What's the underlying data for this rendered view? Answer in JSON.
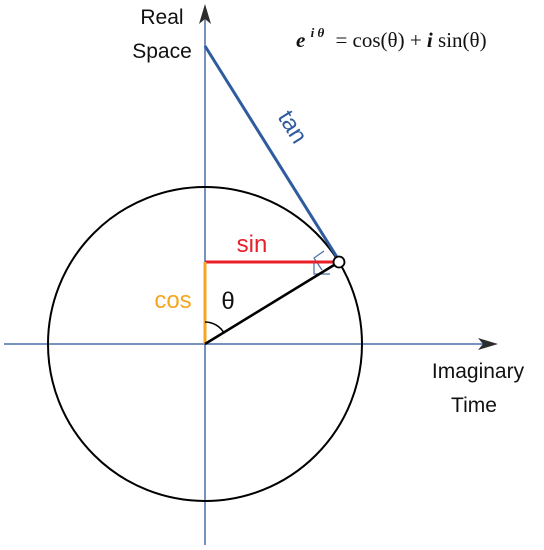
{
  "axes": {
    "vertical_label_line1": "Real",
    "vertical_label_line2": "Space",
    "horizontal_label_line1": "Imaginary",
    "horizontal_label_line2": "Time"
  },
  "formula": {
    "base": "e",
    "exponent": "i θ",
    "rhs_part1": "= cos(θ) + ",
    "rhs_i": "i",
    "rhs_part2": " sin(θ)"
  },
  "segments": {
    "sin_label": "sin",
    "cos_label": "cos",
    "tan_label": "tan",
    "angle_label": "θ"
  },
  "colors": {
    "axis": "#4a6fa8",
    "tan": "#2e5c9e",
    "sin": "#e8202a",
    "cos": "#f5a623",
    "circle": "#000000",
    "radius": "#000000"
  }
}
